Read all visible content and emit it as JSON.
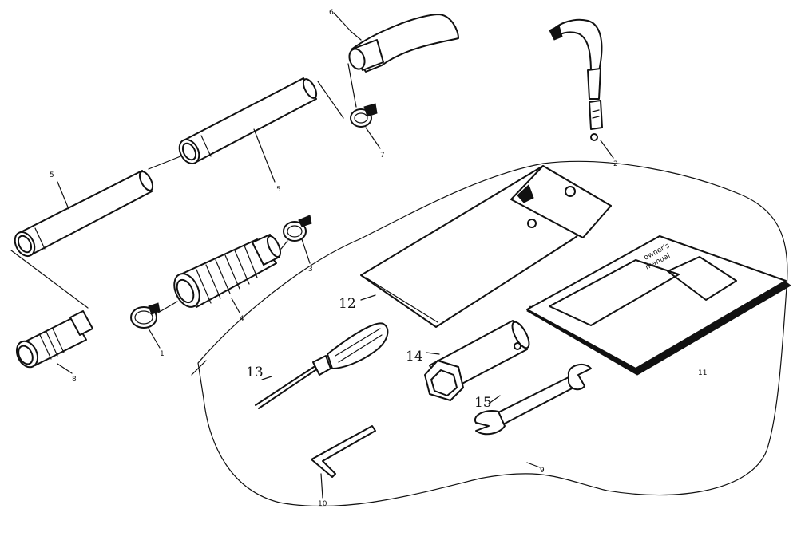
{
  "callouts": [
    {
      "id": "p1",
      "text": "1"
    },
    {
      "id": "p2",
      "text": "2"
    },
    {
      "id": "p3",
      "text": "3"
    },
    {
      "id": "p4",
      "text": "4"
    },
    {
      "id": "p5a",
      "text": "5"
    },
    {
      "id": "p5b",
      "text": "5"
    },
    {
      "id": "p6",
      "text": "6"
    },
    {
      "id": "p7",
      "text": "7"
    },
    {
      "id": "p8",
      "text": "8"
    },
    {
      "id": "p9",
      "text": "9"
    },
    {
      "id": "p10",
      "text": "10"
    },
    {
      "id": "p11",
      "text": "11"
    },
    {
      "id": "p12",
      "text": "12"
    },
    {
      "id": "p13",
      "text": "13"
    },
    {
      "id": "p14",
      "text": "14"
    },
    {
      "id": "p15",
      "text": "15"
    }
  ],
  "manual_cover": {
    "line1": "owner's",
    "line2": "manual"
  }
}
